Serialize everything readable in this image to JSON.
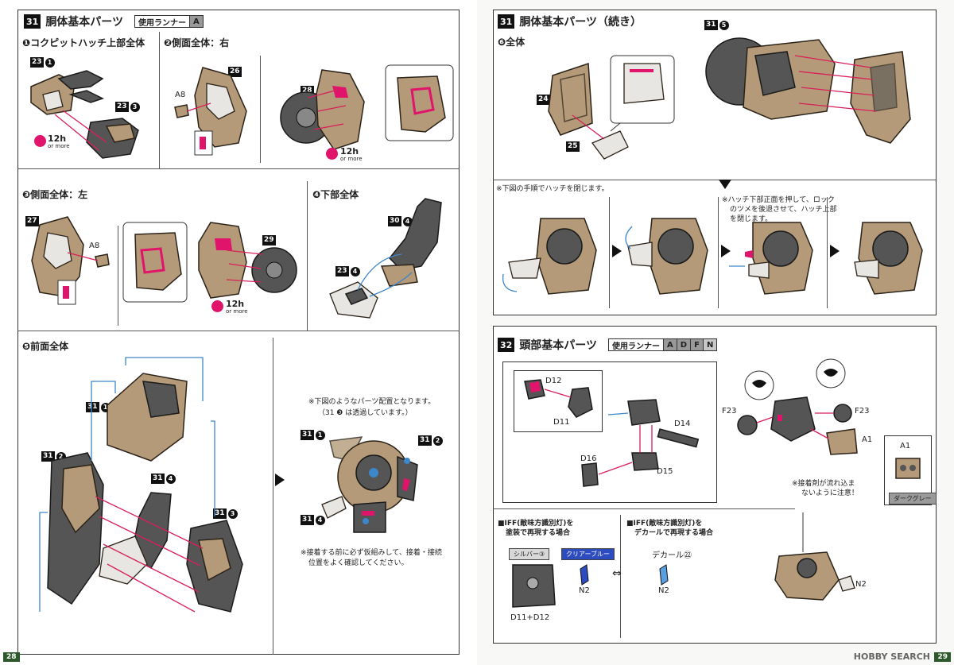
{
  "left_page": {
    "page_number": "28",
    "section": {
      "step": "31",
      "title": "胴体基本パーツ",
      "runner_label": "使用ランナー",
      "runners": [
        "A"
      ]
    },
    "sub1": {
      "title": "❶コクピットハッチ上部全体",
      "tag_a": {
        "num": "23",
        "circ": "1"
      },
      "tag_b": {
        "num": "23",
        "circ": "3"
      },
      "dry_time": "12h",
      "dry_sub": "or more"
    },
    "sub2": {
      "title": "❷側面全体：右",
      "label_a8": "A8",
      "part_26": "26",
      "part_28": "28",
      "dry_time": "12h",
      "dry_sub": "or more"
    },
    "sub3": {
      "title": "❸側面全体：左",
      "part_27": "27",
      "label_a8": "A8",
      "part_29": "29",
      "dry_time": "12h",
      "dry_sub": "or more"
    },
    "sub4": {
      "title": "❹下部全体",
      "tag_a": {
        "num": "30",
        "circ": "4"
      },
      "tag_b": {
        "num": "23",
        "circ": "4"
      }
    },
    "sub5": {
      "title": "❺前面全体",
      "tags": [
        {
          "num": "31",
          "circ": "1"
        },
        {
          "num": "31",
          "circ": "2"
        },
        {
          "num": "31",
          "circ": "4"
        },
        {
          "num": "31",
          "circ": "3"
        }
      ],
      "note_top_line1": "※下図のようなパーツ配置となります。",
      "note_top_line2": "（31 ❸ は透過しています。）",
      "result_tags": [
        {
          "num": "31",
          "circ": "1"
        },
        {
          "num": "31",
          "circ": "2"
        },
        {
          "num": "31",
          "circ": "4"
        }
      ],
      "note_bottom_line1": "※接着する前に必ず仮組みして、接着・接続",
      "note_bottom_line2": "位置をよく確認してください。"
    }
  },
  "right_page": {
    "page_number": "29",
    "section31": {
      "step": "31",
      "title": "胴体基本パーツ（続き）"
    },
    "sub6": {
      "title": "❻全体",
      "part_24": "24",
      "part_25": "25",
      "tag": {
        "num": "31",
        "circ": "5"
      }
    },
    "hatch_note": "※下図の手順でハッチを閉じます。",
    "hatch_note2_line1": "※ハッチ下部正面を押して、ロック",
    "hatch_note2_line2": "のツメを後退させて、ハッチ上部",
    "hatch_note2_line3": "を閉じます。",
    "section32": {
      "step": "32",
      "title": "頭部基本パーツ",
      "runner_label": "使用ランナー",
      "runners": [
        "A",
        "D",
        "F",
        "N"
      ]
    },
    "head_labels": {
      "d12": "D12",
      "d11": "D11",
      "d14": "D14",
      "d16": "D16",
      "d15": "D15",
      "f23_left": "F23",
      "f23_right": "F23",
      "a1": "A1",
      "a1_detail": "A1",
      "dark_grey": "ダークグレー"
    },
    "glue_note_line1": "※接着剤が流れ込ま",
    "glue_note_line2": "ないように注意！",
    "iff_paint_title_line1": "■IFF(敵味方識別灯)を",
    "iff_paint_title_line2": "塗装で再現する場合",
    "iff_decal_title_line1": "■IFF(敵味方識別灯)を",
    "iff_decal_title_line2": "デカールで再現する場合",
    "color_silver": "シルバー③",
    "color_clear_blue": "クリアーブルー",
    "decal_label": "デカール㉒",
    "n2_a": "N2",
    "n2_b": "N2",
    "d11_d12": "D11+D12",
    "n2_c": "N2"
  },
  "watermark": "HOBBY SEARCH"
}
